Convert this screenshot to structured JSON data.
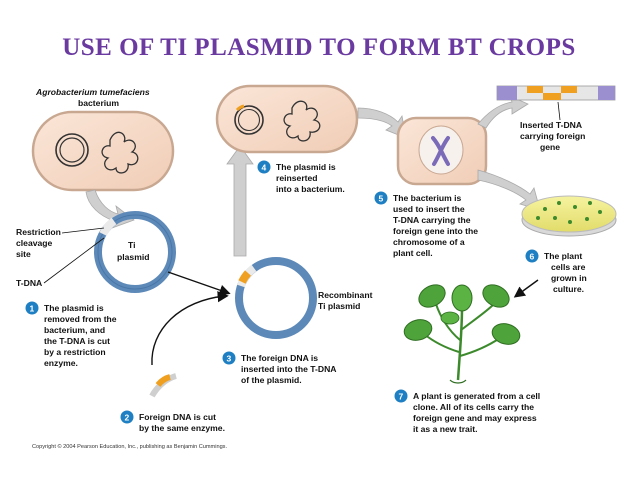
{
  "title": "USE OF TI PLASMID TO FORM BT CROPS",
  "labels": {
    "agrobacterium_line1": "Agrobacterium tumefaciens",
    "agrobacterium_line2": "bacterium",
    "restriction_line1": "Restriction",
    "restriction_line2": "cleavage",
    "restriction_line3": "site",
    "tdna": "T-DNA",
    "ti_line1": "Ti",
    "ti_line2": "plasmid",
    "recombinant_line1": "Recombinant",
    "recombinant_line2": "Ti plasmid",
    "inserted_line1": "Inserted T-DNA",
    "inserted_line2": "carrying foreign",
    "inserted_line3": "gene"
  },
  "steps": [
    {
      "number": "1",
      "lines": [
        "The plasmid is",
        "removed from the",
        "bacterium, and",
        "the T-DNA is cut",
        "by a restriction",
        "enzyme."
      ]
    },
    {
      "number": "2",
      "lines": [
        "Foreign DNA is cut",
        "by the same enzyme."
      ]
    },
    {
      "number": "3",
      "lines": [
        "The foreign DNA is",
        "inserted into the T-DNA",
        "of the plasmid."
      ]
    },
    {
      "number": "4",
      "lines": [
        "The plasmid is",
        "reinserted",
        "into a bacterium."
      ]
    },
    {
      "number": "5",
      "lines": [
        "The bacterium is",
        "used to insert the",
        "T-DNA carrying the",
        "foreign gene into the",
        "chromosome of a",
        "plant cell."
      ]
    },
    {
      "number": "6",
      "lines": [
        "The plant",
        "cells are",
        "grown in",
        "culture."
      ]
    },
    {
      "number": "7",
      "lines": [
        "A plant is generated from a cell",
        "clone. All of its cells carry the",
        "foreign gene and may express",
        "it as a new trait."
      ]
    }
  ],
  "copyright": "Copyright © 2004 Pearson Education, Inc., publishing as Benjamin Cummings.",
  "colors": {
    "title": "#6a3aa0",
    "step_circle": "#1e7fc2",
    "cell_fill": "#f7dccb",
    "cell_stroke": "#c9a892",
    "plasmid": "#5d89b8",
    "foreign_dna": "#f0a020",
    "chromosome": "#7a6ab8",
    "arrow_gray": "#cfcfcf",
    "plant_green": "#3d8a2c"
  }
}
